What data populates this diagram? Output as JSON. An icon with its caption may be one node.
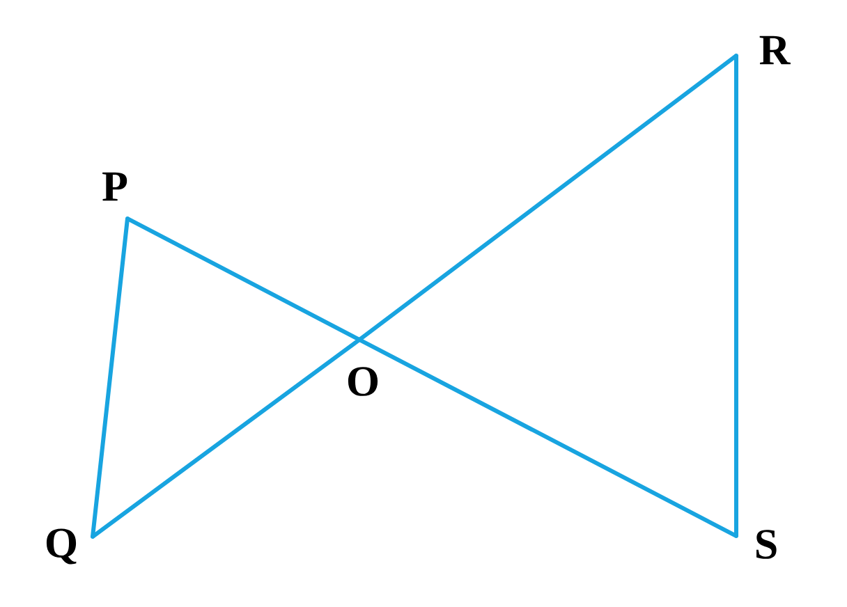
{
  "diagram": {
    "nodes": [
      {
        "text": [
          "P"
        ]
      },
      {
        "text": [
          "Q"
        ]
      },
      {
        "text": [
          "R"
        ]
      },
      {
        "text": [
          "S"
        ]
      },
      {
        "text": [
          "O"
        ]
      }
    ],
    "edges": [
      {
        "from": 0,
        "to": 1,
        "arrow": "none"
      },
      {
        "from": 0,
        "to": 4,
        "arrow": "none"
      },
      {
        "from": 4,
        "to": 3,
        "arrow": "none"
      },
      {
        "from": 1,
        "to": 4,
        "arrow": "none"
      },
      {
        "from": 4,
        "to": 2,
        "arrow": "none"
      },
      {
        "from": 2,
        "to": 3,
        "arrow": "none"
      }
    ]
  }
}
